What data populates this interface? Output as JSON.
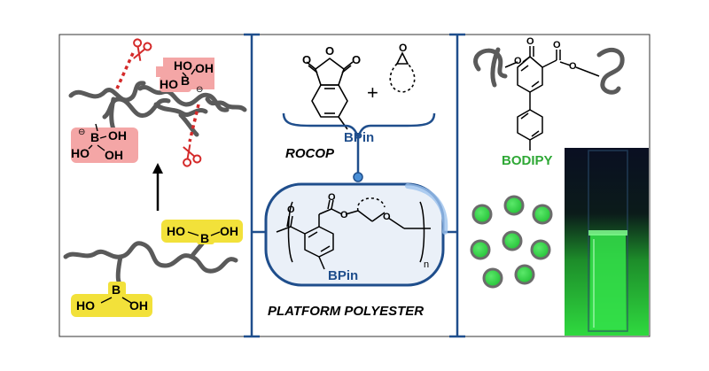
{
  "panel_left": {
    "top_ho_1": "HO",
    "top_b": "B",
    "top_oh_1": "OH",
    "top_ho_2": "HO",
    "top_minus": "⊖",
    "mid_b": "B",
    "mid_minus": "⊖",
    "mid_oh": "OH",
    "mid_ho": "HO",
    "mid_oh_2": "OH",
    "yellow_ho_top": "HO",
    "yellow_b_top": "B",
    "yellow_oh_top": "OH",
    "yellow_b_bottom": "B",
    "yellow_ho_bottom": "HO",
    "yellow_oh_bottom": "OH"
  },
  "panel_center": {
    "plus": "+",
    "bpin_top": "BPin",
    "rocop_label": "ROCOP",
    "bpin_polymer": "BPin",
    "repeat_n": "n",
    "platform_label": "PLATFORM POLYESTER"
  },
  "panel_right": {
    "bodipy_label": "BODIPY"
  },
  "colors": {
    "frame": "#1f4e8c",
    "bpin_text": "#1f4e8c",
    "red_highlight": "#f4a6a6",
    "red_scissors": "#d42a2a",
    "yellow_highlight": "#f2e13a",
    "bodipy_green": "#2fa836",
    "bead_green": "#39d24a",
    "bead_rim": "#6b6b6b",
    "chain_gray": "#5a5a5a",
    "pill_fill": "#eaf0f8"
  },
  "icons": {
    "scissors": "scissors-icon",
    "arrow": "arrow-up-icon",
    "cuvette": "fluorescent-cuvette-photo"
  }
}
